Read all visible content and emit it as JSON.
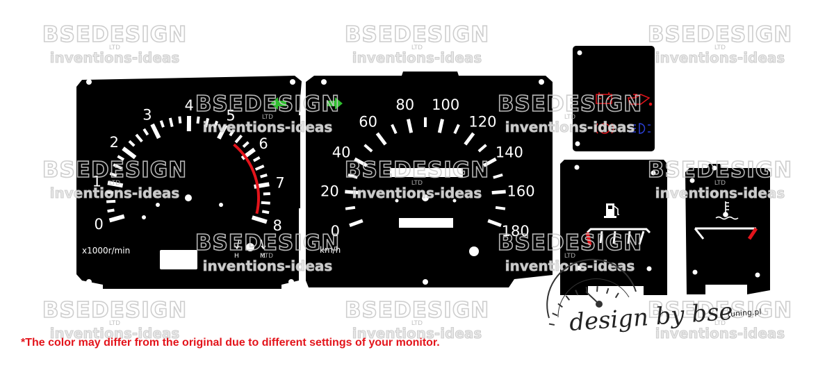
{
  "watermark": {
    "brand": "BSEDESIGN",
    "ltd": "LTD",
    "tagline": "inventions-ideas"
  },
  "tachometer": {
    "labels": [
      "0",
      "1",
      "2",
      "3",
      "4",
      "5",
      "6",
      "7",
      "8"
    ],
    "unit": "x1000r/min",
    "adjust_h": "H",
    "adjust_m": "M",
    "redline_color": "#e3141b"
  },
  "speedometer": {
    "labels": [
      "0",
      "20",
      "40",
      "60",
      "80",
      "100",
      "120",
      "140",
      "160",
      "180"
    ],
    "unit": "km/h",
    "turn_signal_color": "#2fbf2f"
  },
  "warning_panel": {
    "icons": [
      "battery-icon",
      "oil-can-icon",
      "brake-icon",
      "high-beam-icon"
    ],
    "colors": {
      "red": "#e3141b",
      "blue": "#2b3fd6"
    }
  },
  "fuel_gauge": {
    "icon": "fuel-pump-icon"
  },
  "temp_gauge": {
    "icon": "coolant-temperature-icon"
  },
  "signature": {
    "text": "design by bse",
    "domain": "tuning.pl"
  },
  "disclaimer": "*The color may differ from the original due to different settings of your monitor."
}
